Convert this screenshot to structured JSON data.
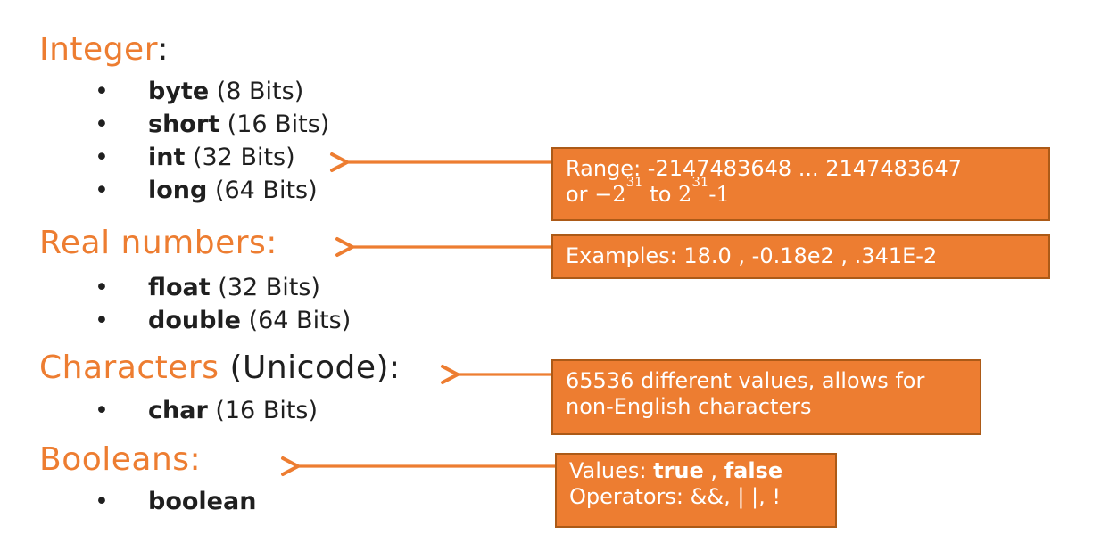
{
  "colors": {
    "accent": "#ED7D31",
    "box_fill": "#ED7D31",
    "box_border": "#AC5A17",
    "text_dark": "#1F1F1F",
    "box_text": "#FFFFFF",
    "background": "#FFFFFF"
  },
  "sections": [
    {
      "id": "integer",
      "heading_accent": "Integer",
      "heading_plain": ":",
      "items": [
        {
          "name": "byte",
          "detail": " (8 Bits)"
        },
        {
          "name": "short",
          "detail": " (16 Bits)"
        },
        {
          "name": "int",
          "detail": " (32 Bits)"
        },
        {
          "name": "long",
          "detail": " (64 Bits)"
        }
      ]
    },
    {
      "id": "real-numbers",
      "heading_accent": "Real numbers:",
      "heading_plain": "",
      "items": [
        {
          "name": "float",
          "detail": " (32 Bits)"
        },
        {
          "name": "double",
          "detail": " (64 Bits)"
        }
      ]
    },
    {
      "id": "characters",
      "heading_accent": "Characters",
      "heading_plain": " (Unicode):",
      "items": [
        {
          "name": "char",
          "detail": " (16 Bits)"
        }
      ]
    },
    {
      "id": "booleans",
      "heading_accent": "Booleans:",
      "heading_plain": "",
      "items": [
        {
          "name": "boolean",
          "detail": ""
        }
      ]
    }
  ],
  "callouts": [
    {
      "id": "int-range",
      "line1": "Range: -2147483648 ... 2147483647",
      "line2_parts": {
        "prefix": "or ",
        "minus_base": "−2",
        "sup1": "31",
        "mid": " to ",
        "base2": "2",
        "sup2": "31",
        "suffix": "-1"
      }
    },
    {
      "id": "real-examples",
      "line1": "Examples: 18.0 , -0.18e2 , .341E-2"
    },
    {
      "id": "char-values",
      "line1": "65536 different values, allows for",
      "line2": "non-English characters"
    },
    {
      "id": "bool-values",
      "line1_label": "Values: ",
      "line1_true": "true",
      "line1_sep": " , ",
      "line1_false": "false",
      "line2": "Operators: &&, | |, !"
    }
  ]
}
